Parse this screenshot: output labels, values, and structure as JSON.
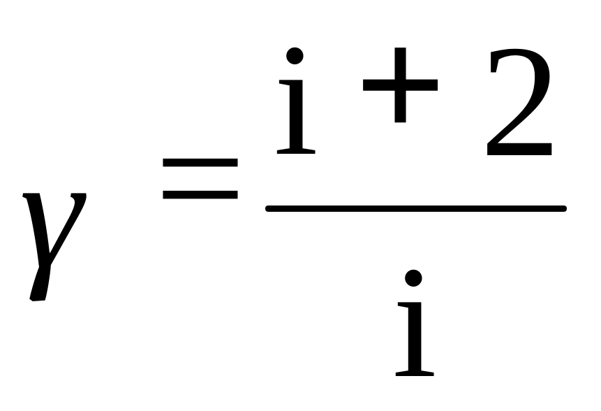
{
  "formula": {
    "lhs": "γ",
    "equals": "=",
    "numerator": {
      "var": "i",
      "op": "+",
      "const": "2"
    },
    "denominator": {
      "var": "i"
    }
  }
}
